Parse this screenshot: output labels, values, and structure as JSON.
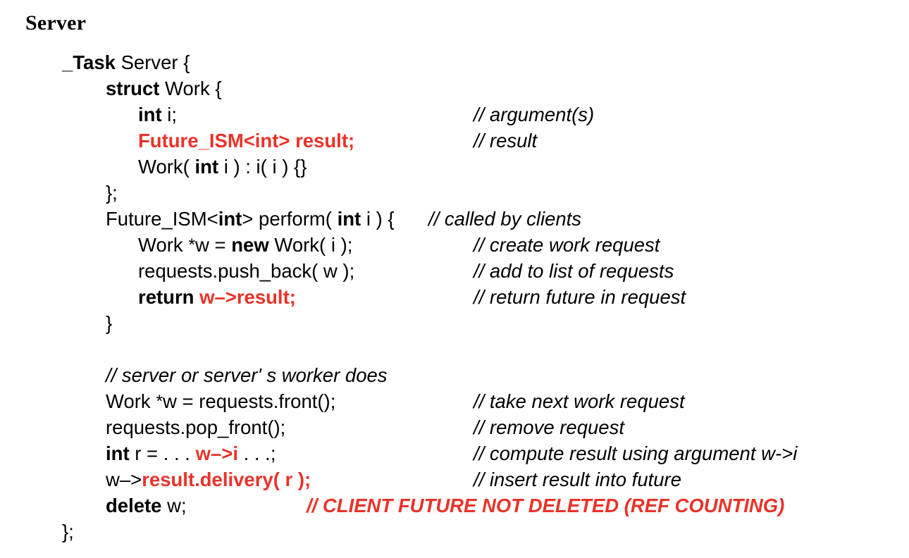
{
  "slide": {
    "title": "Server",
    "accent_color": "#e8332a",
    "text_color": "#000000",
    "background_color": "#ffffff"
  },
  "code": {
    "language": "uC++ / C++",
    "lines": [
      {
        "id": "line-task-server",
        "indent": 0,
        "tokens": [
          {
            "text": "_Task",
            "style": "bold"
          },
          {
            "text": " Server {",
            "style": "plain"
          }
        ],
        "comment": null
      },
      {
        "id": "line-struct-work",
        "indent": 1,
        "tokens": [
          {
            "text": "struct",
            "style": "bold"
          },
          {
            "text": " Work {",
            "style": "plain"
          }
        ],
        "comment": null
      },
      {
        "id": "line-int-i",
        "indent": 2,
        "tokens": [
          {
            "text": "int",
            "style": "bold"
          },
          {
            "text": " i;",
            "style": "plain"
          }
        ],
        "comment": "// argument(s)",
        "comment_style": "black-italic",
        "comment_col": "column"
      },
      {
        "id": "line-future-result",
        "indent": 2,
        "tokens": [
          {
            "text": "Future_ISM<int> result;",
            "style": "red-bold"
          }
        ],
        "comment": "// result",
        "comment_style": "black-italic",
        "comment_col": "column"
      },
      {
        "id": "line-work-ctor",
        "indent": 2,
        "tokens": [
          {
            "text": "Work( ",
            "style": "plain"
          },
          {
            "text": "int",
            "style": "bold"
          },
          {
            "text": " i ) : i( i ) {}",
            "style": "plain"
          }
        ],
        "comment": null
      },
      {
        "id": "line-close-struct",
        "indent": 1,
        "tokens": [
          {
            "text": "};",
            "style": "plain"
          }
        ],
        "comment": null
      },
      {
        "id": "line-perform",
        "indent": 1,
        "tokens": [
          {
            "text": "Future_ISM<",
            "style": "plain"
          },
          {
            "text": "int",
            "style": "bold"
          },
          {
            "text": "> perform( ",
            "style": "plain"
          },
          {
            "text": "int",
            "style": "bold"
          },
          {
            "text": " i ) {",
            "style": "plain"
          }
        ],
        "comment": "// called by clients",
        "comment_style": "black-italic",
        "comment_col": "inline"
      },
      {
        "id": "line-new-work",
        "indent": 2,
        "tokens": [
          {
            "text": "Work ",
            "style": "plain"
          },
          {
            "text": "*",
            "style": "star"
          },
          {
            "text": "w = ",
            "style": "plain"
          },
          {
            "text": "new",
            "style": "bold"
          },
          {
            "text": " Work( i );",
            "style": "plain"
          }
        ],
        "comment": "// create work request",
        "comment_style": "black-italic",
        "comment_col": "column"
      },
      {
        "id": "line-push-back",
        "indent": 2,
        "tokens": [
          {
            "text": "requests.push_back( w );",
            "style": "plain"
          }
        ],
        "comment": "// add to list of requests",
        "comment_style": "black-italic",
        "comment_col": "column"
      },
      {
        "id": "line-return-result",
        "indent": 2,
        "tokens": [
          {
            "text": "return ",
            "style": "bold"
          },
          {
            "text": "w–>result;",
            "style": "red-bold"
          }
        ],
        "comment": "// return future in request",
        "comment_style": "black-italic",
        "comment_col": "column"
      },
      {
        "id": "line-close-perform",
        "indent": 1,
        "tokens": [
          {
            "text": "}",
            "style": "plain"
          }
        ],
        "comment": null
      },
      {
        "id": "line-blank",
        "indent": 1,
        "tokens": [],
        "comment": null
      },
      {
        "id": "line-comment-worker",
        "indent": 1,
        "tokens": [],
        "comment": "// server or server' s worker does",
        "comment_style": "black-italic",
        "comment_col": "indent"
      },
      {
        "id": "line-front",
        "indent": 1,
        "tokens": [
          {
            "text": "Work ",
            "style": "plain"
          },
          {
            "text": "*",
            "style": "star"
          },
          {
            "text": "w = requests.front();",
            "style": "plain"
          }
        ],
        "comment": "// take next work request",
        "comment_style": "black-italic",
        "comment_col": "column"
      },
      {
        "id": "line-pop-front",
        "indent": 1,
        "tokens": [
          {
            "text": "requests.pop_front();",
            "style": "plain"
          }
        ],
        "comment": "// remove request",
        "comment_style": "black-italic",
        "comment_col": "column"
      },
      {
        "id": "line-compute-r",
        "indent": 1,
        "tokens": [
          {
            "text": "int",
            "style": "bold"
          },
          {
            "text": " r = . . . ",
            "style": "plain"
          },
          {
            "text": "w–>i",
            "style": "red-bold"
          },
          {
            "text": " . . .;",
            "style": "plain"
          }
        ],
        "comment": "// compute result using argument w->i",
        "comment_style": "black-italic",
        "comment_col": "column"
      },
      {
        "id": "line-delivery",
        "indent": 1,
        "tokens": [
          {
            "text": "w–>",
            "style": "plain"
          },
          {
            "text": "result.delivery( r );",
            "style": "red-bold"
          }
        ],
        "comment": "// insert result into future",
        "comment_style": "black-italic",
        "comment_col": "column"
      },
      {
        "id": "line-delete-w",
        "indent": 1,
        "tokens": [
          {
            "text": "delete",
            "style": "bold"
          },
          {
            "text": " w;",
            "style": "plain"
          }
        ],
        "comment": "// CLIENT FUTURE NOT DELETED (REF COUNTING)",
        "comment_style": "red-bold-italic",
        "comment_col": "delete"
      },
      {
        "id": "line-close-task",
        "indent": 0,
        "tokens": [
          {
            "text": "};",
            "style": "plain"
          }
        ],
        "comment": null
      }
    ]
  }
}
